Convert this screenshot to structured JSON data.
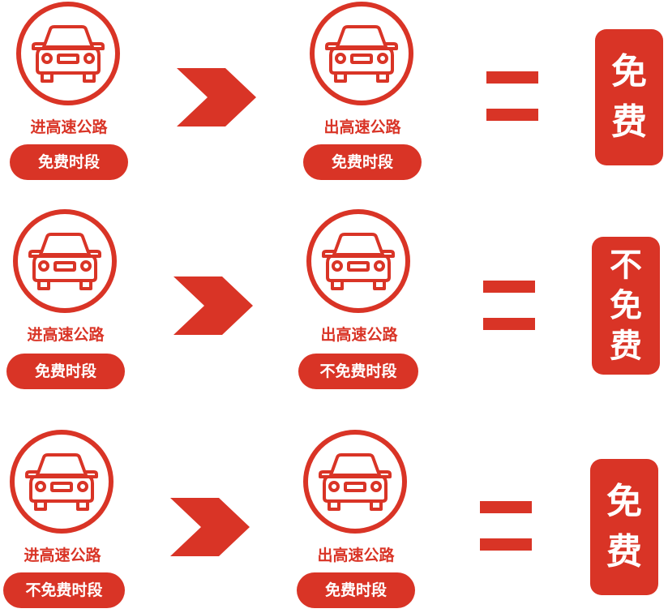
{
  "colors": {
    "accent": "#d93426",
    "text_on_accent": "#ffffff"
  },
  "rows": [
    {
      "entry_label": "进高速公路",
      "entry_period": "免费时段",
      "exit_label": "出高速公路",
      "exit_period": "免费时段",
      "result_chars": [
        "免",
        "费"
      ]
    },
    {
      "entry_label": "进高速公路",
      "entry_period": "免费时段",
      "exit_label": "出高速公路",
      "exit_period": "不免费时段",
      "result_chars": [
        "不",
        "免",
        "费"
      ]
    },
    {
      "entry_label": "进高速公路",
      "entry_period": "不免费时段",
      "exit_label": "出高速公路",
      "exit_period": "免费时段",
      "result_chars": [
        "免",
        "费"
      ]
    }
  ],
  "icons": {
    "vehicle": "car-front-icon",
    "arrow": "chevron-right-icon",
    "equals": "equals-sign-icon"
  }
}
